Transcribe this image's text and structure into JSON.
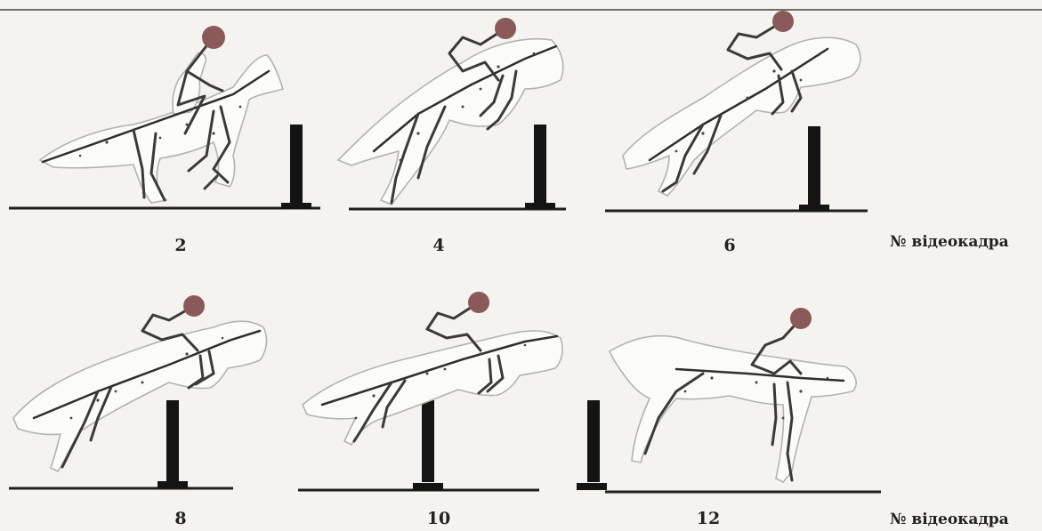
{
  "frames": [
    {
      "number": "2"
    },
    {
      "number": "4"
    },
    {
      "number": "6"
    },
    {
      "number": "8"
    },
    {
      "number": "10"
    },
    {
      "number": "12"
    }
  ],
  "row_caption": "№ відеокадра",
  "colors": {
    "rider_head": "#8a5a5a",
    "obstacle": "#141414",
    "outline": "#b3b3ad"
  }
}
